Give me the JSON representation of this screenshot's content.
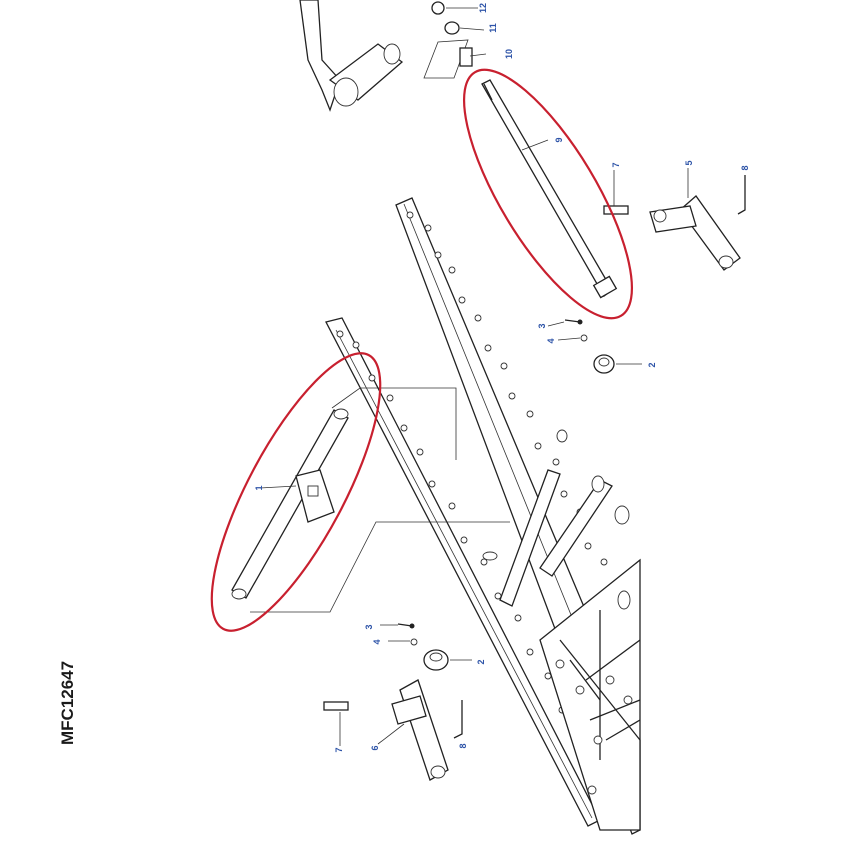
{
  "figure_id": "MFC12647",
  "colors": {
    "callout": "#2e54a8",
    "highlight": "#c8202f",
    "line": "#222222"
  },
  "callouts": {
    "c1": "1",
    "c2a": "2",
    "c2b": "2",
    "c3a": "3",
    "c3b": "3",
    "c4a": "4",
    "c4b": "4",
    "c5": "5",
    "c6": "6",
    "c7a": "7",
    "c7b": "7",
    "c8a": "8",
    "c8b": "8",
    "c9": "9",
    "c10": "10",
    "c11": "11",
    "c12": "12"
  }
}
